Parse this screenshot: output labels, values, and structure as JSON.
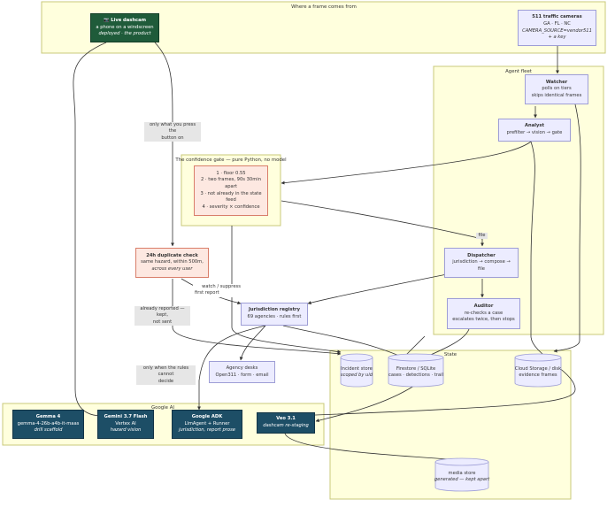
{
  "clusters": {
    "frame_source": "Where a frame comes from",
    "agent_fleet": "Agent fleet",
    "confidence_gate": "The confidence gate — pure Python, no model",
    "state": "State",
    "google_ai": "Google AI"
  },
  "nodes": {
    "live_dashcam": {
      "title": "Live dashcam",
      "line1": "a phone on a windscreen",
      "line2": "deployed · the product"
    },
    "traffic_cameras": {
      "title": "511 traffic cameras",
      "line1": "GA · FL · NC",
      "line2": "CAMERA_SOURCE=vendor511",
      "line3": "+ a key"
    },
    "watcher": {
      "title": "Watcher",
      "line1": "polls on tiers",
      "line2": "skips identical frames"
    },
    "analyst": {
      "title": "Analyst",
      "line1": "prefilter → vision → gate"
    },
    "gate": {
      "line1": "1 · floor 0.55",
      "line2": "2 · two frames, 90s 30min",
      "line3": "apart",
      "line4": "3 · not already in the state",
      "line5": "feed",
      "line6": "4 · severity × confidence"
    },
    "dispatcher": {
      "title": "Dispatcher",
      "line1": "jurisdiction → compose →",
      "line2": "file"
    },
    "auditor": {
      "title": "Auditor",
      "line1": "re-checks a case",
      "line2": "escalates twice, then stops"
    },
    "dup_check": {
      "title": "24h duplicate check",
      "line1": "same hazard, within 500m,",
      "line2": "across every user"
    },
    "jurisdiction": {
      "title": "Jurisdiction registry",
      "line1": "69 agencies · rules first"
    },
    "agency_desks": {
      "line1": "Agency desks",
      "line2": "Open311 · form · email"
    },
    "incident_store": {
      "line1": "Incident store",
      "line2": "scoped by uid"
    },
    "firestore": {
      "line1": "Firestore / SQLite",
      "line2": "cases · detections · trail"
    },
    "cloud_storage": {
      "line1": "Cloud Storage / disk",
      "line2": "evidence frames"
    },
    "media_store": {
      "line1": "media store",
      "line2": "generated — kept apart"
    },
    "gemma": {
      "title": "Gemma 4",
      "line1": "gemma-4-26b-a4b-it-maas",
      "line2": "drill scaffold"
    },
    "gemini": {
      "title": "Gemini 3.7 Flash",
      "line1": "Vertex AI",
      "line2": "hazard vision"
    },
    "adk": {
      "title": "Google ADK",
      "line1": "LlmAgent + Runner",
      "line2": "jurisdiction, report prose"
    },
    "veo": {
      "title": "Veo 3.1",
      "line1": "dashcam re-staging"
    }
  },
  "edge_labels": {
    "only_press": [
      "only what you press the",
      "button on"
    ],
    "file": "file",
    "watch_suppress": [
      "watch / suppress",
      "first report"
    ],
    "already_reported": [
      "already reported — kept,",
      "not sent"
    ],
    "rules_cannot": [
      "only when the rules cannot",
      "decide"
    ]
  },
  "colors": {
    "cluster_fill": "#ffffdd",
    "node_fill": "#ececff",
    "dark_node": "#1d4e66",
    "green_node": "#1f5b3a",
    "gate_fill": "#fde8e1"
  },
  "icons": {
    "camera": "camera-icon"
  }
}
